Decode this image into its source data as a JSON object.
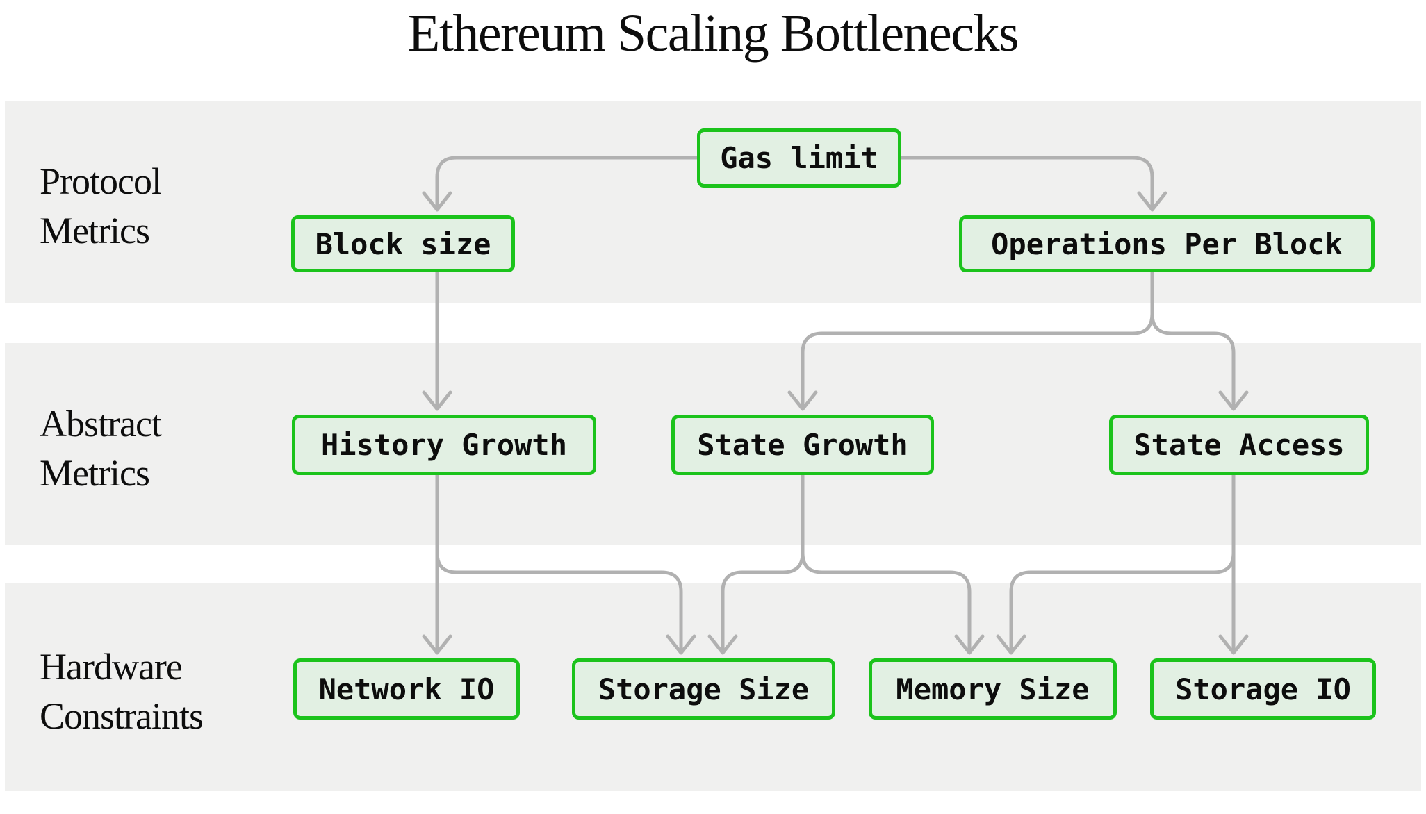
{
  "title": "Ethereum Scaling Bottlenecks",
  "rows": [
    {
      "line1": "Protocol",
      "line2": "Metrics"
    },
    {
      "line1": "Abstract",
      "line2": "Metrics"
    },
    {
      "line1": "Hardware",
      "line2": "Constraints"
    }
  ],
  "nodes": {
    "gas_limit": {
      "label": "Gas limit"
    },
    "block_size": {
      "label": "Block size"
    },
    "operations_per_block": {
      "label": "Operations Per Block"
    },
    "history_growth": {
      "label": "History Growth"
    },
    "state_growth": {
      "label": "State Growth"
    },
    "state_access": {
      "label": "State Access"
    },
    "network_io": {
      "label": "Network IO"
    },
    "storage_size": {
      "label": "Storage Size"
    },
    "memory_size": {
      "label": "Memory Size"
    },
    "storage_io": {
      "label": "Storage IO"
    }
  },
  "edges": [
    {
      "from": "Gas limit",
      "to": "Block size"
    },
    {
      "from": "Gas limit",
      "to": "Operations Per Block"
    },
    {
      "from": "Block size",
      "to": "History Growth"
    },
    {
      "from": "Operations Per Block",
      "to": "State Growth"
    },
    {
      "from": "Operations Per Block",
      "to": "State Access"
    },
    {
      "from": "History Growth",
      "to": "Network IO"
    },
    {
      "from": "History Growth",
      "to": "Storage Size"
    },
    {
      "from": "State Growth",
      "to": "Storage Size"
    },
    {
      "from": "State Growth",
      "to": "Memory Size"
    },
    {
      "from": "State Access",
      "to": "Memory Size"
    },
    {
      "from": "State Access",
      "to": "Storage IO"
    }
  ],
  "colors": {
    "background": "#ffffff",
    "band": "#f0f0ef",
    "node_fill": "#e2f0e3",
    "node_border": "#1bc31b",
    "arrow": "#b1b1b1",
    "ink": "#0d0d0d"
  }
}
